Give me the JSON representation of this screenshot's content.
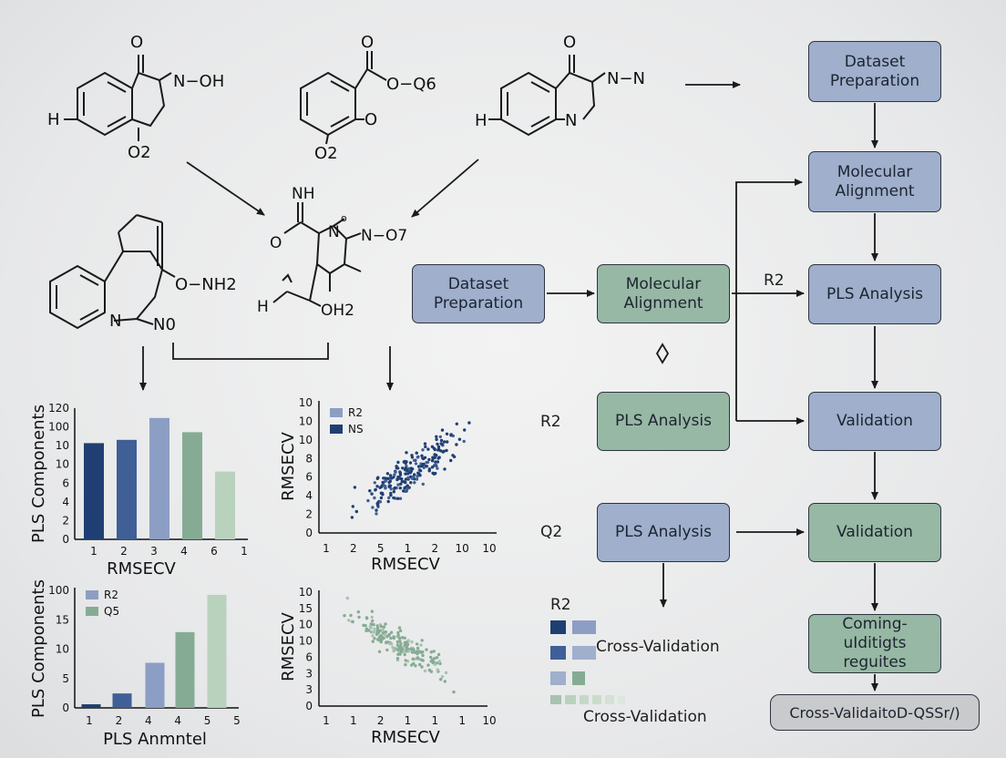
{
  "molecules": {
    "m1": {
      "o_top": "O",
      "noh": "N−OH",
      "h": "H",
      "o2": "O2"
    },
    "m2": {
      "o_top": "O",
      "oq": "O−Q6",
      "o_ring": "O",
      "o2": "O2"
    },
    "m3": {
      "o_top": "O",
      "nn": "N−N",
      "h": "H",
      "n_ring": "N"
    },
    "m4": {
      "nh2": "O−NH2",
      "n_ring": "N",
      "no": "N0"
    },
    "m5": {
      "nh": "NH",
      "o_left": "O",
      "n_ring": "N",
      "no7": "N−O7",
      "h": "H",
      "oh2": "OH2",
      "o_small": "o"
    }
  },
  "flow": {
    "box_dataset_top": "Dataset Preparation",
    "box_alignment_top": "Molecular Alignment",
    "box_pls_right": "PLS Analysis",
    "box_validation_right": "Validation",
    "box_validation_right2": "Validation",
    "box_coming": "Coming-uIditigts reguites",
    "box_final": "Cross-ValidaitoD-QSSr/)",
    "box_dataset_mid": "Dataset Preparation",
    "box_alignment_mid": "Molecular Alignment",
    "box_pls_mid": "PLS Analysis",
    "box_pls_lower": "PLS Analysis",
    "label_r2_arrow": "R2",
    "label_r2_left": "R2",
    "label_q2_left": "Q2",
    "label_r2_legend": "R2",
    "label_cv1": "Cross-Validation",
    "label_cv2": "Cross-Validation"
  },
  "colors": {
    "dark_blue": "#1f3f72",
    "mid_blue": "#3f5f96",
    "light_blue": "#8c9ec4",
    "green": "#86ab94",
    "light_green": "#b9d2bd",
    "box_blue": "#9fafcc",
    "box_green": "#97b8a4"
  },
  "chart_data": [
    {
      "type": "bar",
      "ylabel": "PLS Components",
      "xlabel": "RMSECV",
      "yticks": [
        "0",
        "2",
        "4",
        "6",
        "10",
        "10",
        "100",
        "120"
      ],
      "xticks": [
        "1",
        "2",
        "3",
        "4",
        "6",
        "1"
      ],
      "categories": [
        "1",
        "2",
        "3",
        "4",
        "6"
      ],
      "values": [
        88,
        91,
        111,
        98,
        62
      ],
      "ylim": [
        0,
        120
      ],
      "bar_colors": [
        "#1f3f72",
        "#3f5f96",
        "#8c9ec4",
        "#86ab94",
        "#b9d2bd"
      ]
    },
    {
      "type": "scatter",
      "ylabel": "RMSECV",
      "xlabel": "RMSECV",
      "yticks": [
        "0",
        "2",
        "4",
        "6",
        "8",
        "10",
        "10",
        "10"
      ],
      "xticks": [
        "1",
        "2",
        "5",
        "1",
        "2",
        "10",
        "10"
      ],
      "legend": [
        {
          "name": "R2",
          "color": "#8c9ec4"
        },
        {
          "name": "NS",
          "color": "#1f3f72"
        }
      ],
      "trend": "positive",
      "approx_points": 220
    },
    {
      "type": "bar",
      "ylabel": "PLS Components",
      "xlabel": "PLS Anmntel",
      "yticks": [
        "0",
        "5",
        "10",
        "15",
        "100"
      ],
      "xticks": [
        "1",
        "2",
        "4",
        "4",
        "5",
        "5"
      ],
      "legend": [
        {
          "name": "R2",
          "color": "#8c9ec4"
        },
        {
          "name": "Q5",
          "color": "#86ab94"
        }
      ],
      "categories": [
        "1",
        "2",
        "4",
        "4",
        "5"
      ],
      "values": [
        0.6,
        2.4,
        7.5,
        12.6,
        18.8
      ],
      "ylim": [
        0,
        20
      ],
      "bar_colors": [
        "#1f3f72",
        "#3f5f96",
        "#8c9ec4",
        "#86ab94",
        "#b9d2bd"
      ]
    },
    {
      "type": "scatter",
      "ylabel": "RMSECV",
      "xlabel": "RMSECV",
      "yticks": [
        "0",
        "3",
        "3",
        "6",
        "10",
        "10",
        "15",
        "10"
      ],
      "xticks": [
        "1",
        "1",
        "2",
        "1",
        "1",
        "1",
        "10"
      ],
      "trend": "negative",
      "approx_points": 190,
      "color": "#86ab94"
    }
  ]
}
